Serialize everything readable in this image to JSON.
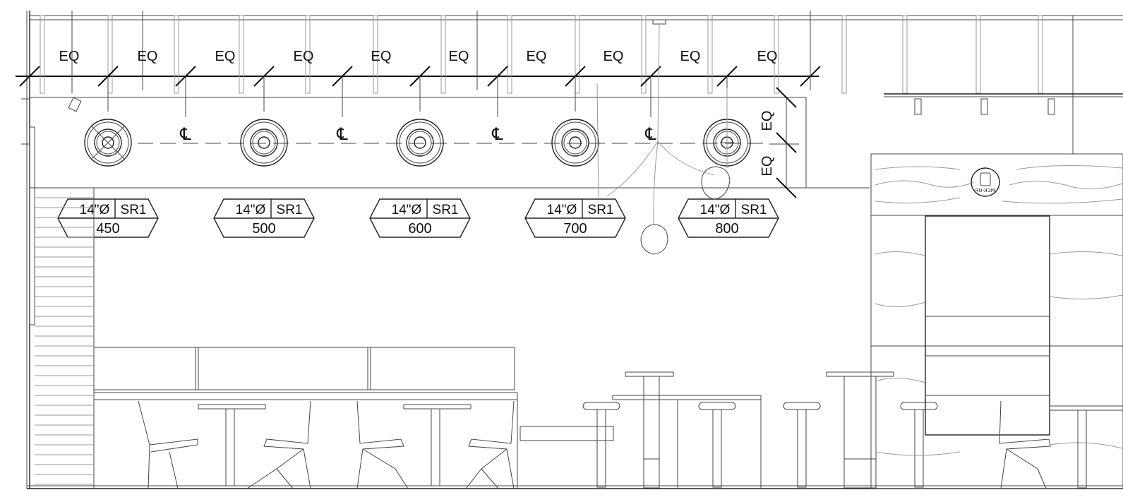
{
  "dimension_labels": {
    "top_row": [
      "EQ",
      "EQ",
      "EQ",
      "EQ",
      "EQ",
      "EQ",
      "EQ",
      "EQ",
      "EQ",
      "EQ"
    ],
    "side_column": [
      "EQ",
      "EQ"
    ]
  },
  "centerline_symbol": "℄",
  "diffuser_tags": [
    {
      "size": "14\"Ø",
      "type": "SR1",
      "cfm": "450"
    },
    {
      "size": "14\"Ø",
      "type": "SR1",
      "cfm": "500"
    },
    {
      "size": "14\"Ø",
      "type": "SR1",
      "cfm": "600"
    },
    {
      "size": "14\"Ø",
      "type": "SR1",
      "cfm": "700"
    },
    {
      "size": "14\"Ø",
      "type": "SR1",
      "cfm": "800"
    }
  ],
  "signage": {
    "label": "PICK-UP",
    "display": "mirrored"
  }
}
